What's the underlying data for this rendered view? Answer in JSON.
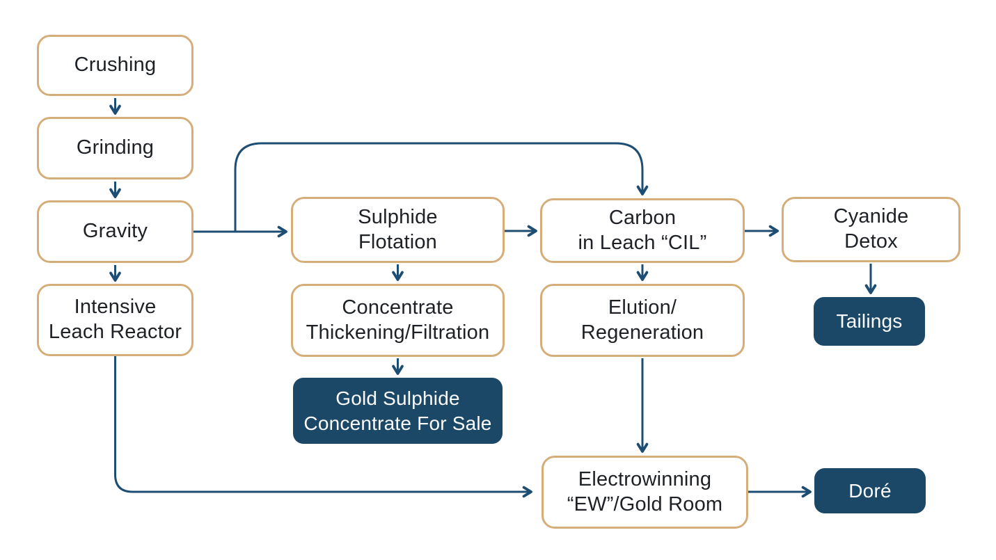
{
  "palette": {
    "background": "#ffffff",
    "process_border": "#d4ad79",
    "process_fill": "#ffffff",
    "process_text": "#1d2126",
    "output_fill": "#1c4867",
    "output_text": "#fafcfd",
    "connector": "#1d4d72"
  },
  "nodes": {
    "crushing": {
      "label": "Crushing",
      "type": "process"
    },
    "grinding": {
      "label": "Grinding",
      "type": "process"
    },
    "gravity": {
      "label": "Gravity",
      "type": "process"
    },
    "intensive_leach_reactor": {
      "label": "Intensive\nLeach Reactor",
      "type": "process"
    },
    "sulphide_flotation": {
      "label": "Sulphide\nFlotation",
      "type": "process"
    },
    "concentrate_thickening": {
      "label": "Concentrate\nThickening/Filtration",
      "type": "process"
    },
    "gold_sulphide_concentrate": {
      "label": "Gold Sulphide\nConcentrate For Sale",
      "type": "output"
    },
    "carbon_in_leach": {
      "label": "Carbon\nin Leach “CIL”",
      "type": "process"
    },
    "elution_regeneration": {
      "label": "Elution/\nRegeneration",
      "type": "process"
    },
    "electrowinning": {
      "label": "Electrowinning\n“EW”/Gold Room",
      "type": "process"
    },
    "cyanide_detox": {
      "label": "Cyanide\nDetox",
      "type": "process"
    },
    "tailings": {
      "label": "Tailings",
      "type": "output"
    },
    "dore": {
      "label": "Doré",
      "type": "output"
    }
  },
  "edges": [
    {
      "from": "crushing",
      "to": "grinding"
    },
    {
      "from": "grinding",
      "to": "gravity"
    },
    {
      "from": "gravity",
      "to": "intensive_leach_reactor"
    },
    {
      "from": "gravity",
      "to": "sulphide_flotation"
    },
    {
      "from": "gravity",
      "to": "carbon_in_leach"
    },
    {
      "from": "sulphide_flotation",
      "to": "carbon_in_leach"
    },
    {
      "from": "sulphide_flotation",
      "to": "concentrate_thickening"
    },
    {
      "from": "concentrate_thickening",
      "to": "gold_sulphide_concentrate"
    },
    {
      "from": "carbon_in_leach",
      "to": "cyanide_detox"
    },
    {
      "from": "carbon_in_leach",
      "to": "elution_regeneration"
    },
    {
      "from": "cyanide_detox",
      "to": "tailings"
    },
    {
      "from": "elution_regeneration",
      "to": "electrowinning"
    },
    {
      "from": "intensive_leach_reactor",
      "to": "electrowinning"
    },
    {
      "from": "electrowinning",
      "to": "dore"
    }
  ]
}
